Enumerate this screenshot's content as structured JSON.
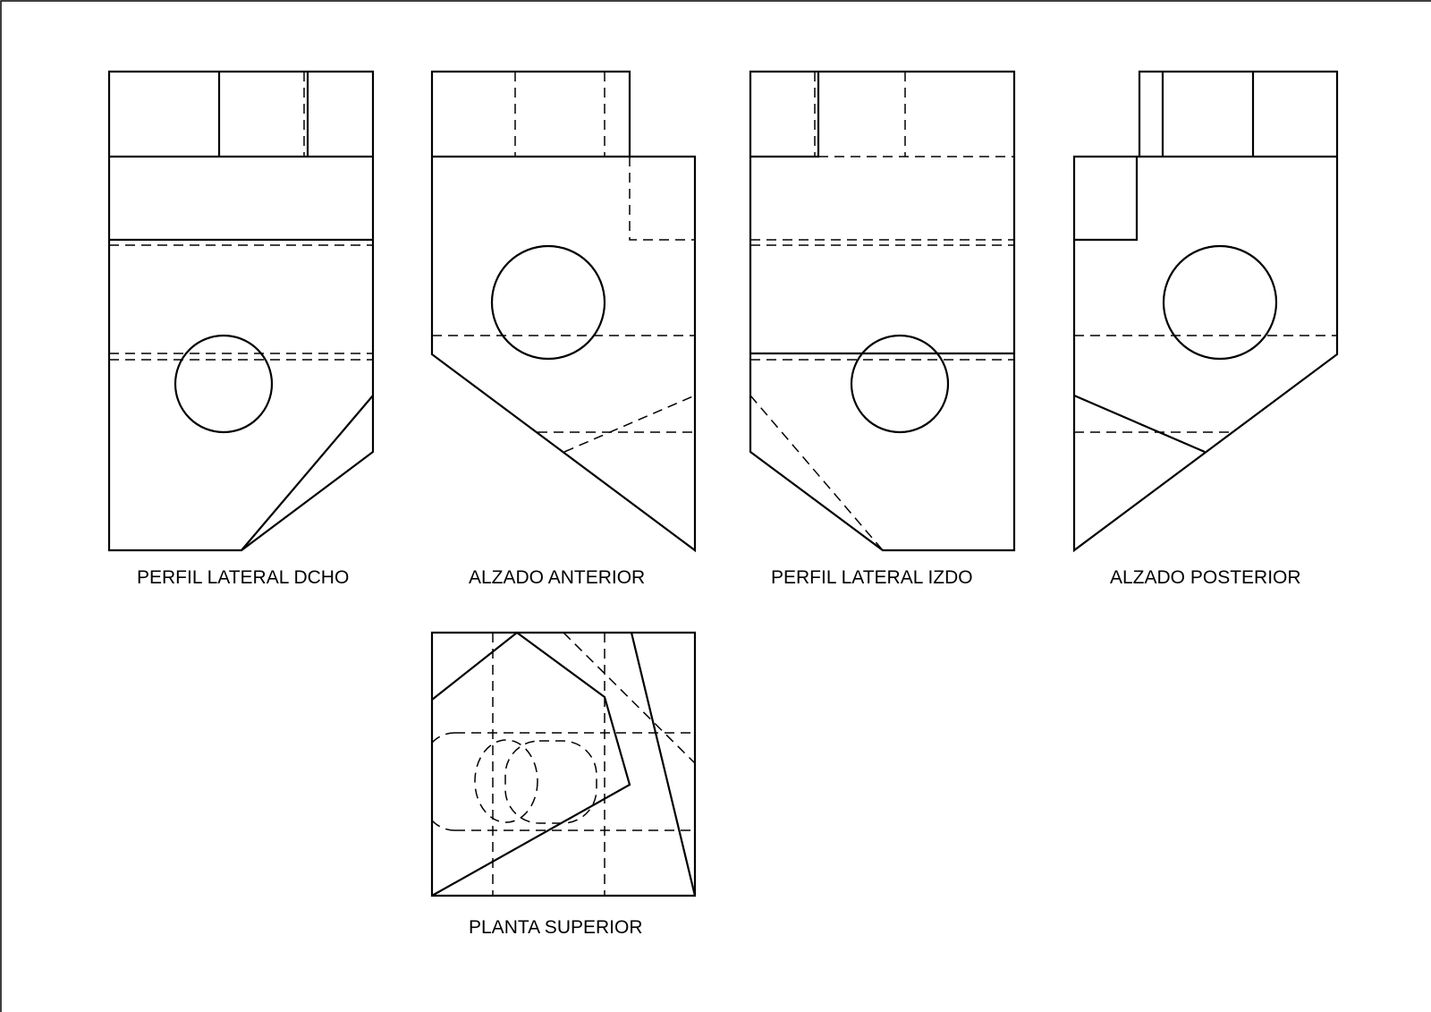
{
  "drawing": {
    "views": [
      {
        "id": "perfil-derecho",
        "label": "PERFIL LATERAL DCHO"
      },
      {
        "id": "alzado-anterior",
        "label": "ALZADO ANTERIOR"
      },
      {
        "id": "perfil-izquierdo",
        "label": "PERFIL LATERAL IZDO"
      },
      {
        "id": "alzado-posterior",
        "label": "ALZADO POSTERIOR"
      },
      {
        "id": "planta-superior",
        "label": "PLANTA SUPERIOR"
      }
    ]
  }
}
